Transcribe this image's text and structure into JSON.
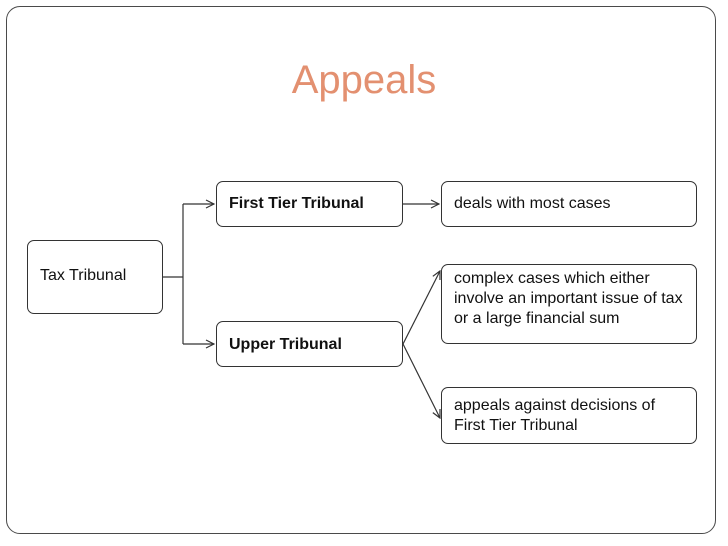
{
  "title": "Appeals",
  "nodes": {
    "tax_tribunal": "Tax Tribunal",
    "first_tier_tribunal": "First Tier Tribunal",
    "upper_tribunal": "Upper Tribunal",
    "most_cases": "deals with most cases",
    "complex_cases": "complex cases which either involve an important issue of tax or a large financial sum",
    "appeals_against": "appeals against decisions of First Tier Tribunal"
  },
  "colors": {
    "title": "#e39070",
    "border": "#333333"
  }
}
